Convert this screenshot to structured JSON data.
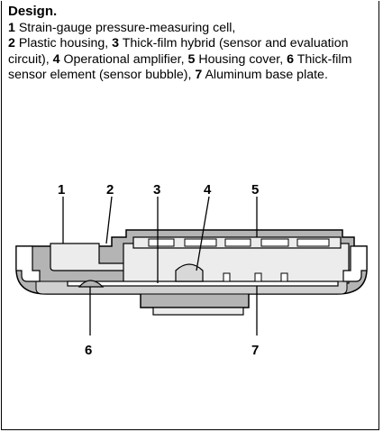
{
  "heading": "Design.",
  "items": [
    {
      "num": "1",
      "text": " Strain-gauge pressure-measuring cell,"
    },
    {
      "num": "2",
      "text": " Plastic housing, "
    },
    {
      "num": "3",
      "text": " Thick-film hybrid (sensor and evaluation circuit), "
    },
    {
      "num": "4",
      "text": " Operational amplifier, "
    },
    {
      "num": "5",
      "text": " Housing cover, "
    },
    {
      "num": "6",
      "text": " Thick-film sensor element (sensor bubble), "
    },
    {
      "num": "7",
      "text": " Aluminum base plate."
    }
  ],
  "callouts": [
    "1",
    "2",
    "3",
    "4",
    "5",
    "6",
    "7"
  ],
  "colors": {
    "housing": "#b4b4b4",
    "light": "#ececec",
    "line": "#000000"
  }
}
